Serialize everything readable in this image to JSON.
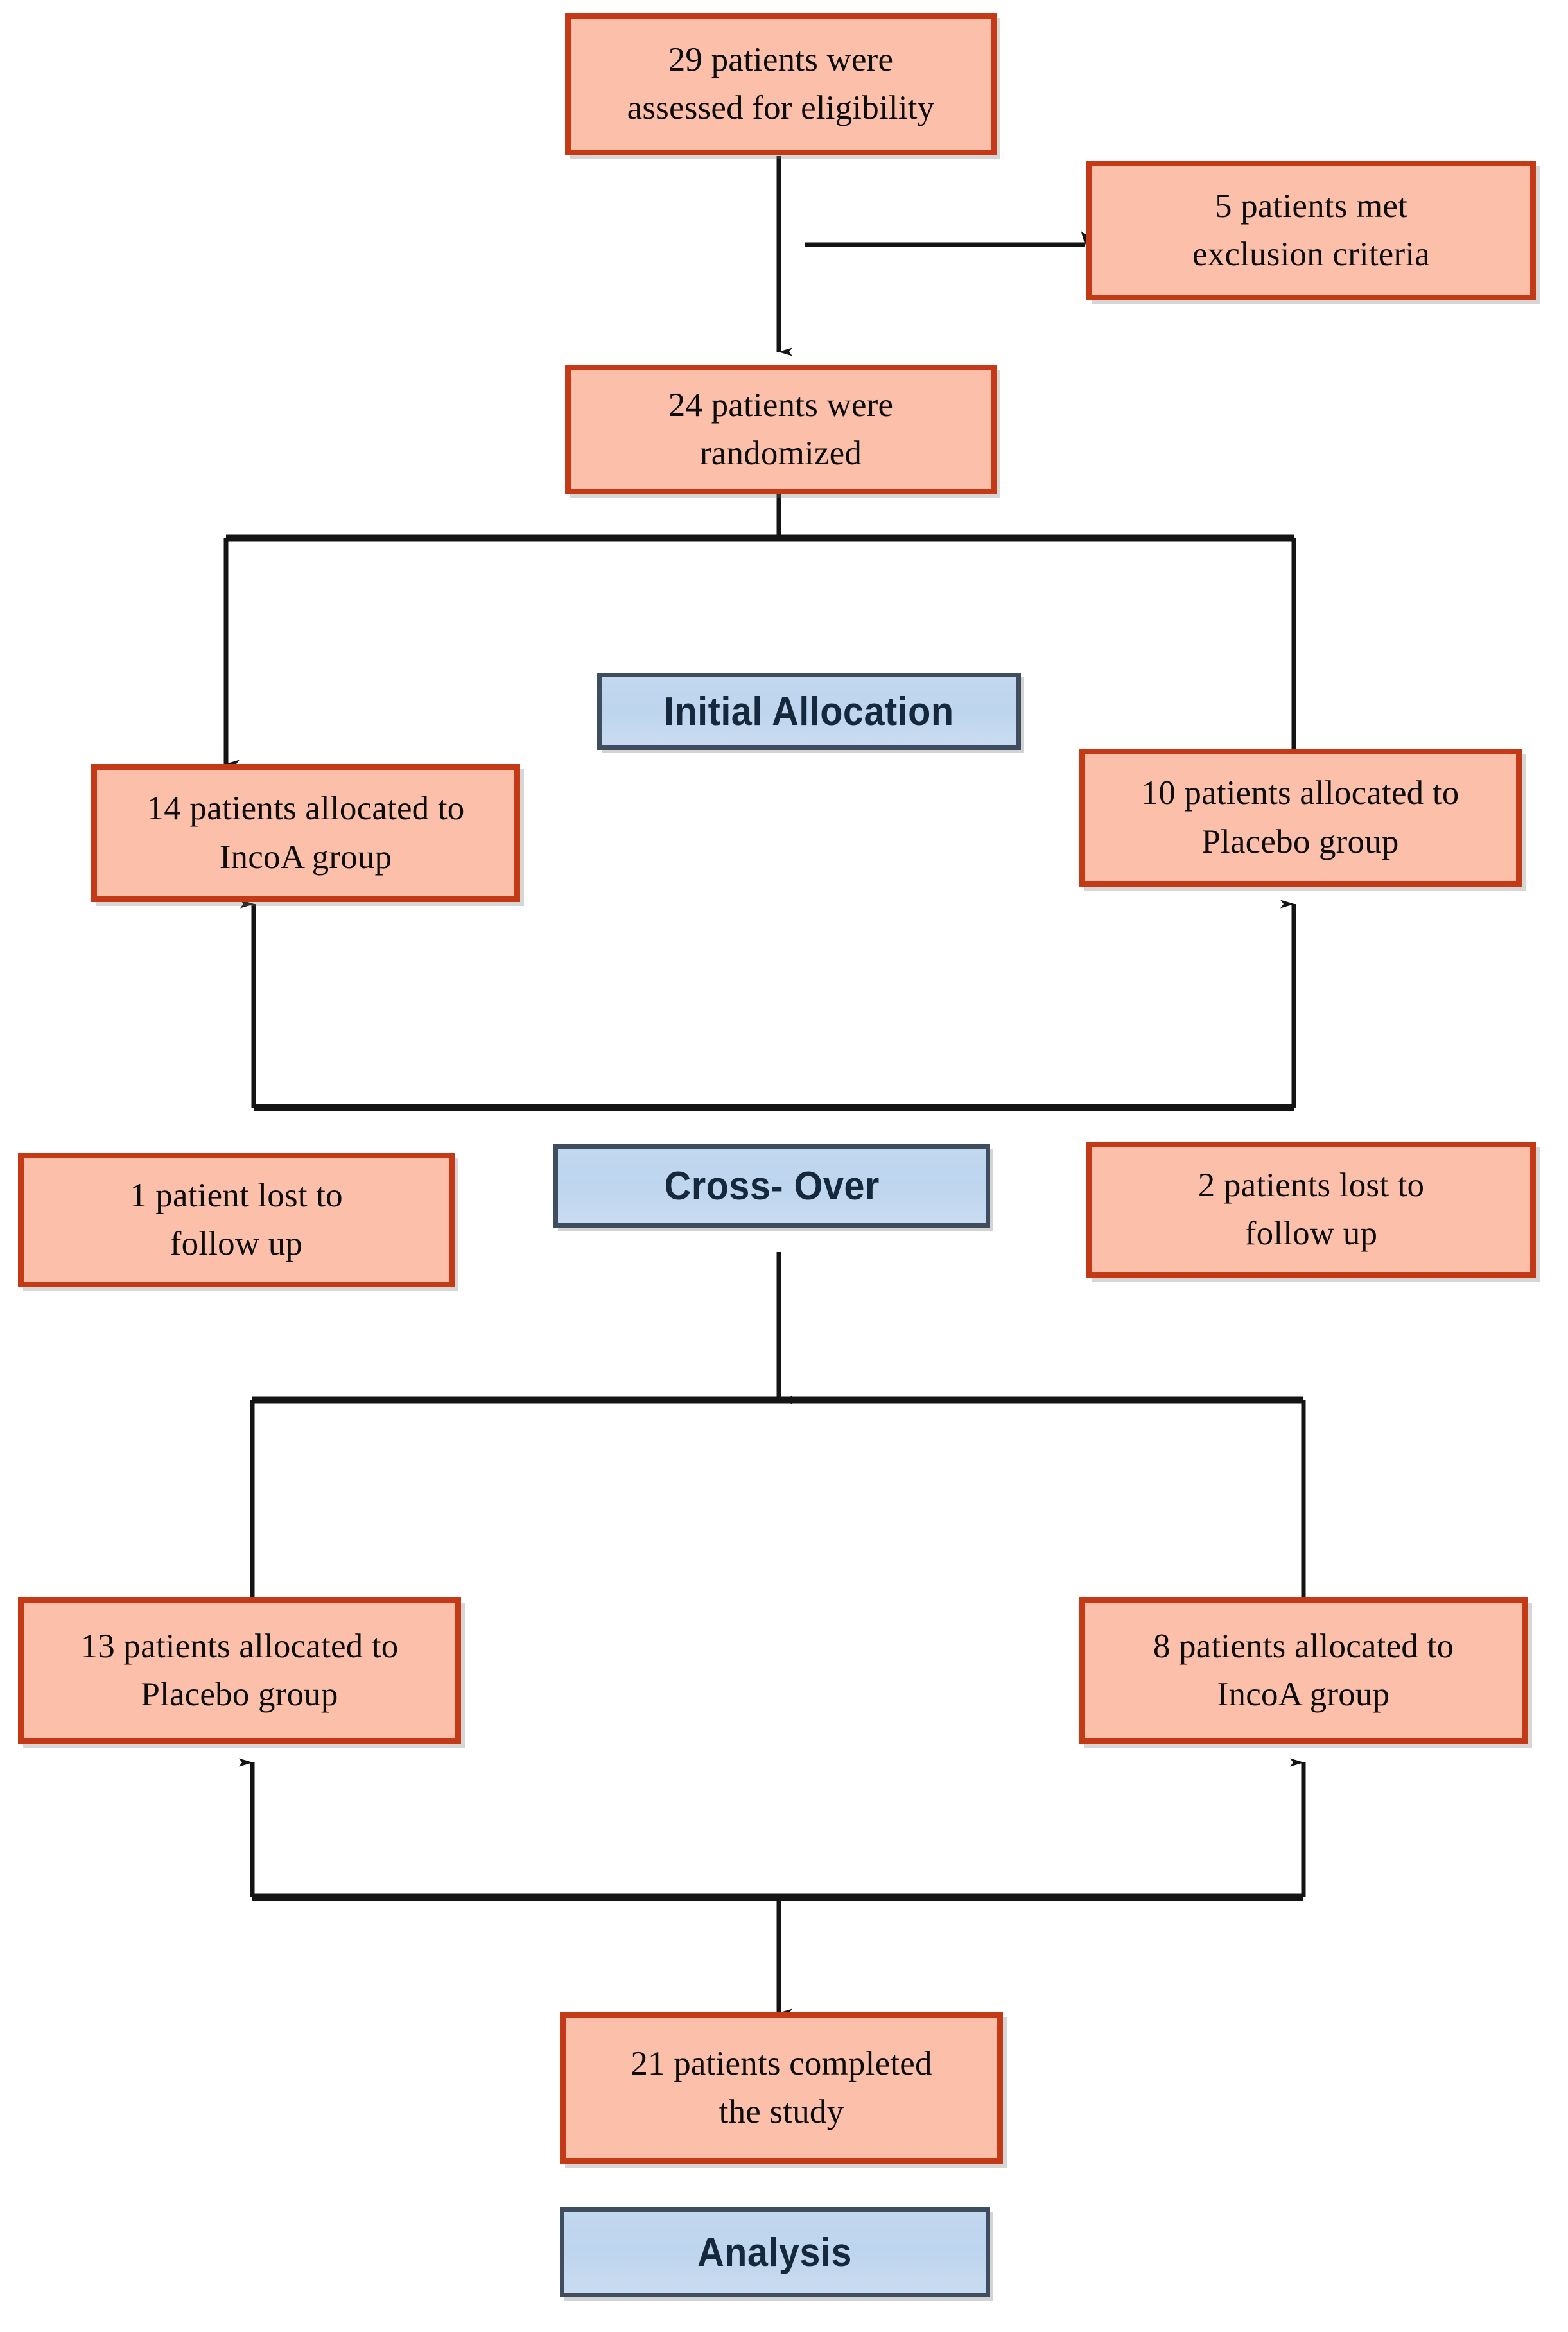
{
  "diagram": {
    "type": "consort-flow-diagram",
    "colors": {
      "box_fill": "#FCC0AA",
      "box_border": "#C43A17",
      "phase_fill": "#BDD5EE",
      "phase_border": "#3E4E5E",
      "connector": "#1a1a1a",
      "background": "#FFFFFF"
    },
    "nodes": {
      "assessed": "29 patients were\nassessed for eligibility",
      "excluded": "5 patients met\nexclusion criteria",
      "randomized": "24 patients were\nrandomized",
      "phase_initial_allocation": "Initial Allocation",
      "alloc_incoa": "14 patients allocated to\nIncoA group",
      "alloc_placebo": "10 patients allocated to\nPlacebo group",
      "lost_left": "1 patient lost to\nfollow up",
      "phase_crossover": "Cross- Over",
      "lost_right": "2 patients lost to\nfollow up",
      "alloc2_placebo": "13 patients allocated to\nPlacebo group",
      "alloc2_incoa": "8 patients allocated to\nIncoA group",
      "completed": "21 patients completed\nthe study",
      "phase_analysis": "Analysis"
    },
    "counts": {
      "assessed_for_eligibility": 29,
      "met_exclusion_criteria": 5,
      "randomized": 24,
      "allocated_incoa_period1": 14,
      "allocated_placebo_period1": 10,
      "lost_to_follow_up_left": 1,
      "lost_to_follow_up_right": 2,
      "allocated_placebo_period2": 13,
      "allocated_incoa_period2": 8,
      "completed_study": 21
    }
  }
}
